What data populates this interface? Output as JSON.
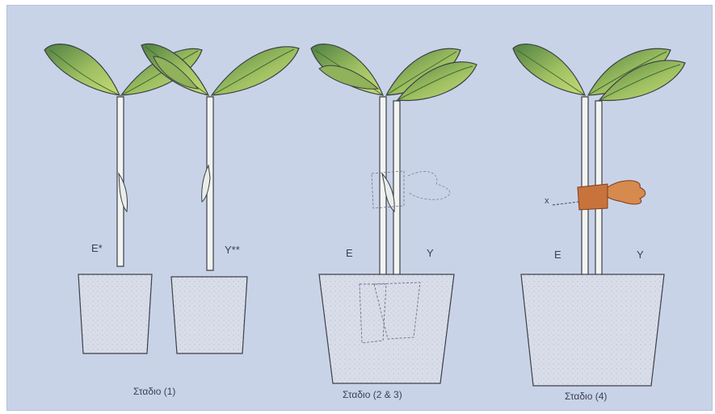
{
  "labels": {
    "s1_e": "E*",
    "s1_y": "Y**",
    "s2_e": "E",
    "s2_y": "Y",
    "s4_e": "E",
    "s4_y": "Y",
    "s4_x": "x"
  },
  "captions": {
    "stage1": "Σταδιο (1)",
    "stage23": "Σταδιο (2 & 3)",
    "stage4": "Σταδιο (4)"
  },
  "colors": {
    "background": "#c9d3e8",
    "leaf_dark": "#5f8f4a",
    "leaf_light": "#b7cf6a",
    "stem": "#f2f4f2",
    "outline": "#3b3f45",
    "pot": "#d6dbe7",
    "clip": "#c8733b"
  }
}
